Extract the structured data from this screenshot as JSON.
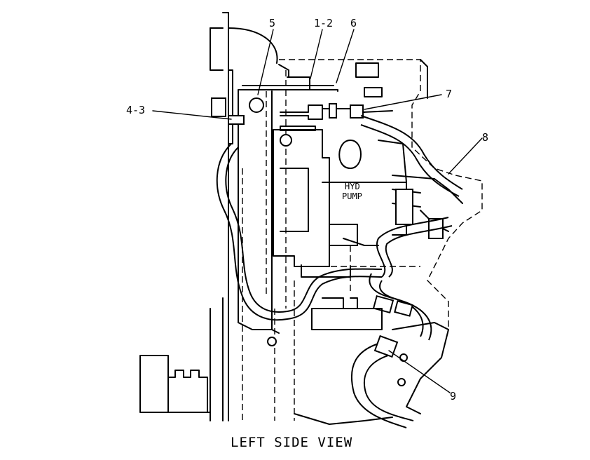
{
  "diagram": {
    "view_title": "LEFT SIDE VIEW",
    "component_label": [
      "HYD",
      "PUMP"
    ],
    "callouts": {
      "c_5": "5",
      "c_1_2": "1-2",
      "c_6": "6",
      "c_7": "7",
      "c_8": "8",
      "c_4_3": "4-3",
      "c_9": "9"
    }
  }
}
